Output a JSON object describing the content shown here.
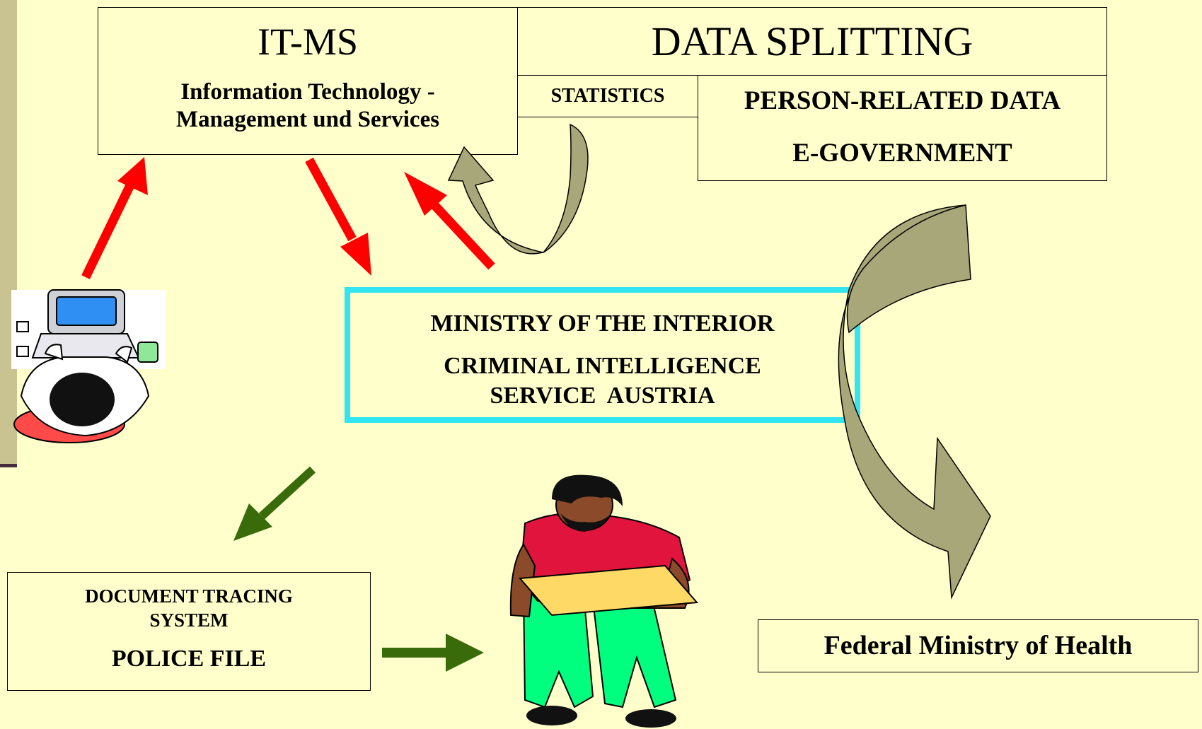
{
  "itms": {
    "title": "IT-MS",
    "line1": "Information Technology -",
    "line2": "Management und Services"
  },
  "data_splitting": {
    "title": "DATA SPLITTING",
    "statistics": "STATISTICS",
    "person_related": "PERSON-RELATED DATA",
    "egovernment": "E-GOVERNMENT"
  },
  "ministry": {
    "line1": "MINISTRY OF THE INTERIOR",
    "line2": "CRIMINAL INTELLIGENCE",
    "line3": "SERVICE  AUSTRIA"
  },
  "document_tracing": {
    "line1": "DOCUMENT TRACING",
    "line2": "SYSTEM",
    "line3": "POLICE FILE"
  },
  "health": {
    "label": "Federal Ministry of Health"
  },
  "colors": {
    "background": "#ffffcc",
    "red_arrow": "#ff0000",
    "green_arrow": "#3a6b0a",
    "curved_arrow": "#a8a77a",
    "ministry_border": "#33e5f0"
  },
  "icons": [
    "computer-user-clipart",
    "standing-person-clipart"
  ]
}
